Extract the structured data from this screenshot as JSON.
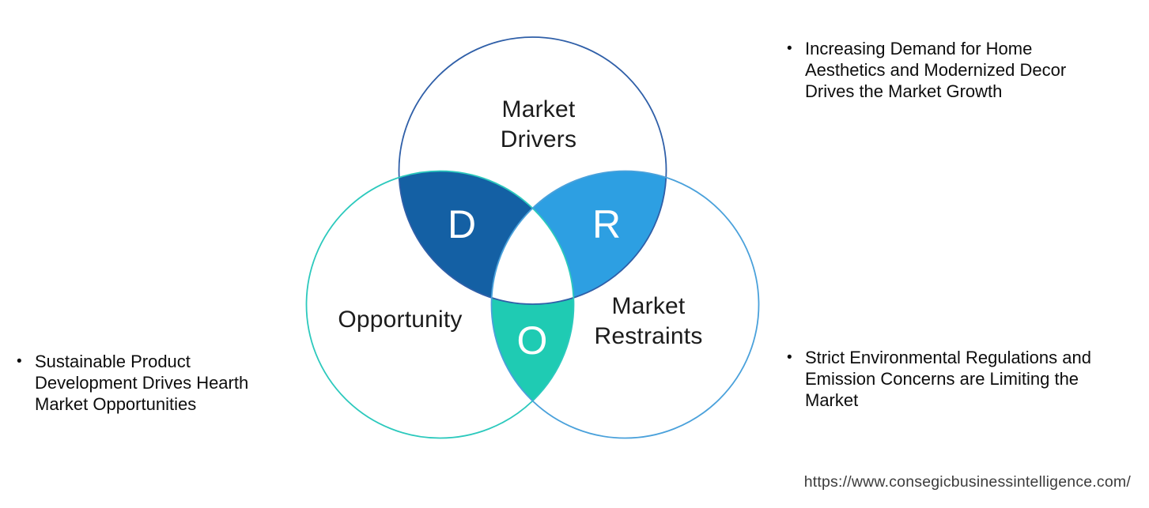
{
  "page": {
    "background": "#FFFFFF"
  },
  "venn": {
    "circles": [
      {
        "id": "market-drivers",
        "label": "Market\nDrivers",
        "stroke": "#2F5FA8"
      },
      {
        "id": "opportunity",
        "label": "Opportunity",
        "stroke": "#2CC9BD"
      },
      {
        "id": "market-restraints",
        "label": "Market\nRestraints",
        "stroke": "#4AA1DB"
      }
    ],
    "overlaps": [
      {
        "id": "drivers-opportunity",
        "letter": "D",
        "fill": "#1460A4"
      },
      {
        "id": "drivers-restraints",
        "letter": "R",
        "fill": "#2D9FE2"
      },
      {
        "id": "opportunity-restraints",
        "letter": "O",
        "fill": "#1FCBB3"
      }
    ],
    "center_fill": "#FFFFFF",
    "circle_body_fill": "#FFFFFF"
  },
  "bullets": {
    "left": {
      "marker": "•",
      "text": "Sustainable Product\nDevelopment Drives Hearth\nMarket Opportunities"
    },
    "top_right": {
      "marker": "•",
      "text": "Increasing Demand for Home\nAesthetics and Modernized Decor\nDrives the Market Growth"
    },
    "bottom_right": {
      "marker": "•",
      "text": "Strict Environmental Regulations and\nEmission Concerns are Limiting the\nMarket"
    }
  },
  "footer": {
    "url": "https://www.consegicbusinessintelligence.com/"
  }
}
